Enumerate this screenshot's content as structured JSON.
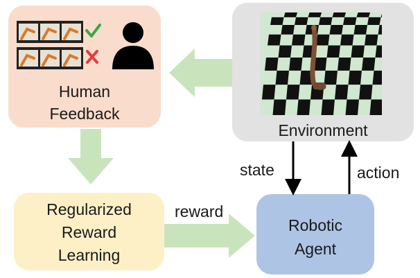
{
  "nodes": {
    "human_feedback": {
      "line1": "Human",
      "line2": "Feedback",
      "color": "#f9dccb"
    },
    "environment": {
      "label": "Environment",
      "color": "#e2e2e2"
    },
    "reward_learning": {
      "line1": "Regularized",
      "line2": "Reward",
      "line3": "Learning",
      "color": "#fdf0c6"
    },
    "robotic_agent": {
      "line1": "Robotic",
      "line2": "Agent",
      "color": "#aec4e5"
    }
  },
  "edges": {
    "state": "state",
    "action": "action",
    "reward": "reward"
  },
  "colors": {
    "flow_arrow": "#c9e4bc",
    "check": "#3aa845",
    "cross": "#e0403a",
    "checker_light": "#cfe8cf",
    "checker_dark": "#111111"
  }
}
